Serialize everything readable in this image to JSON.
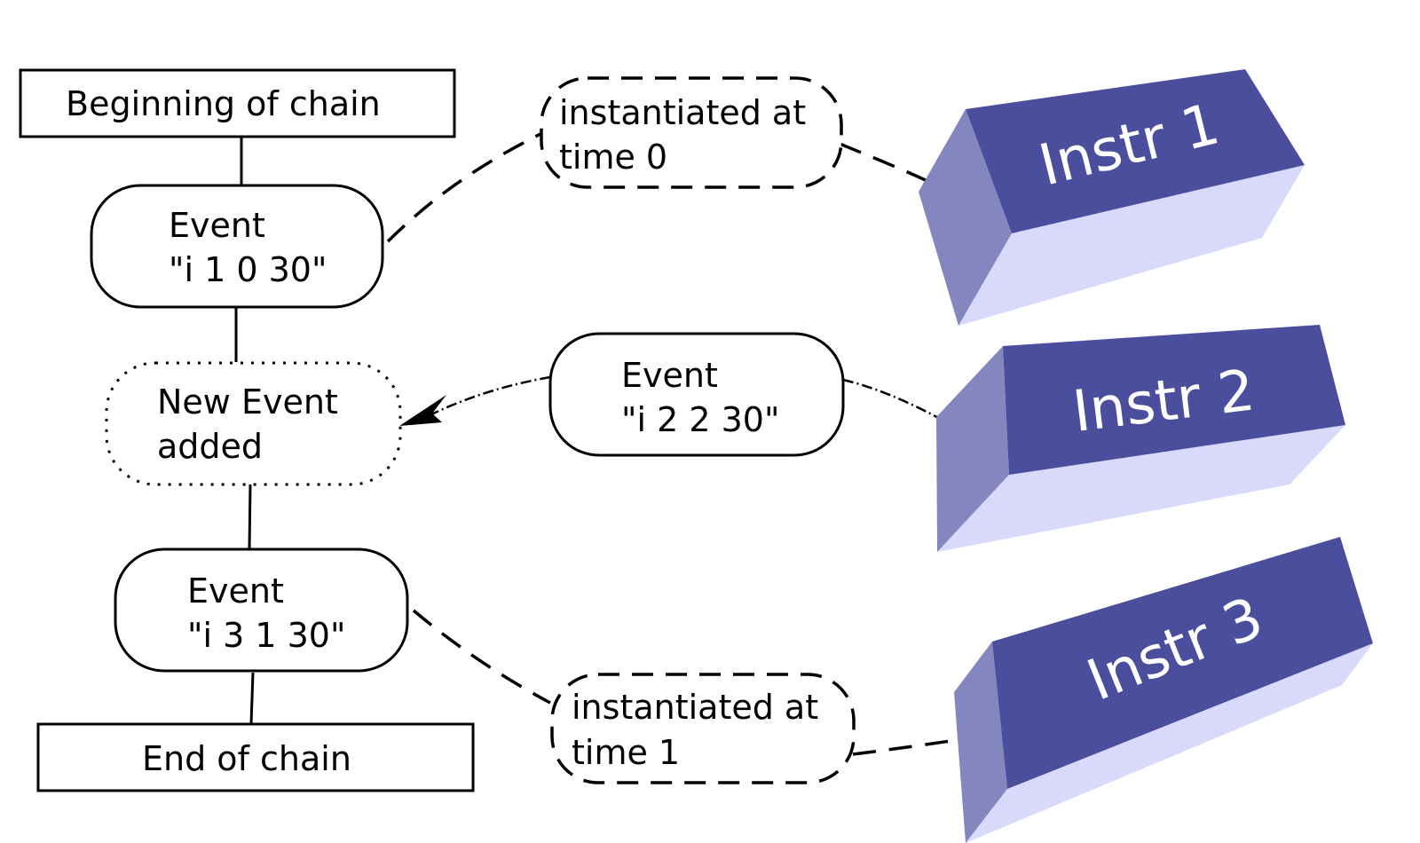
{
  "colors": {
    "block_top": "#4b4e9c",
    "block_side": "#8487bf",
    "block_front": "#d8d9fb",
    "stroke": "#000000"
  },
  "chain": {
    "begin": "Beginning of chain",
    "event1": {
      "line1": "Event",
      "line2": "\"i 1 0 30\""
    },
    "new_event": {
      "line1": "New Event",
      "line2": "added"
    },
    "event3": {
      "line1": "Event",
      "line2": "\"i 3 1 30\""
    },
    "end": "End of chain"
  },
  "notes": {
    "top": {
      "line1": "instantiated at",
      "line2": "time 0"
    },
    "middle_event": {
      "line1": "Event",
      "line2": "\"i 2 2 30\""
    },
    "bottom": {
      "line1": "instantiated at",
      "line2": "time 1"
    }
  },
  "instruments": {
    "instr1": "Instr 1",
    "instr2": "Instr 2",
    "instr3": "Instr 3"
  }
}
